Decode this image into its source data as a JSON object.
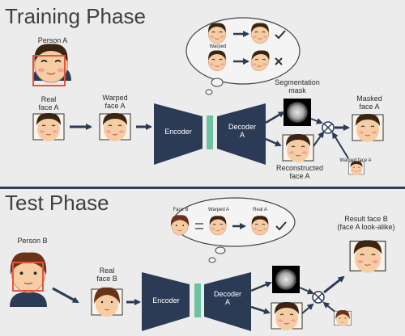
{
  "training": {
    "title": "Training Phase",
    "person_label": "Person A",
    "real_face_label": "Real\nface A",
    "warped_face_label": "Warped\nface A",
    "encoder_label": "Encoder",
    "decoder_label": "Decoder\nA",
    "segmentation_label": "Segmentation\nmask",
    "masked_label": "Masked\nface A",
    "reconstructed_label": "Reconstructed\nface A",
    "warped_small_label": "Warped face A",
    "bubble": {
      "warped_label": "Warped",
      "row1_result": "check",
      "row2_result": "cross"
    }
  },
  "test": {
    "title": "Test Phase",
    "person_label": "Person B",
    "real_face_label": "Real\nface B",
    "encoder_label": "Encoder",
    "decoder_label": "Decoder\nA",
    "result_label": "Result face B\n(face A look-alike)",
    "bubble": {
      "face_b_label": "Face B",
      "warped_label": "Warped A",
      "real_label": "Real A",
      "result": "check"
    }
  },
  "colors": {
    "network": "#2b3a55",
    "bottleneck": "#6cc2a3",
    "divider": "#2f3f58",
    "skin": "#f6cda3",
    "hair_a": "#3a2414",
    "hair_b": "#6a3218",
    "target_box": "#e8533a"
  }
}
